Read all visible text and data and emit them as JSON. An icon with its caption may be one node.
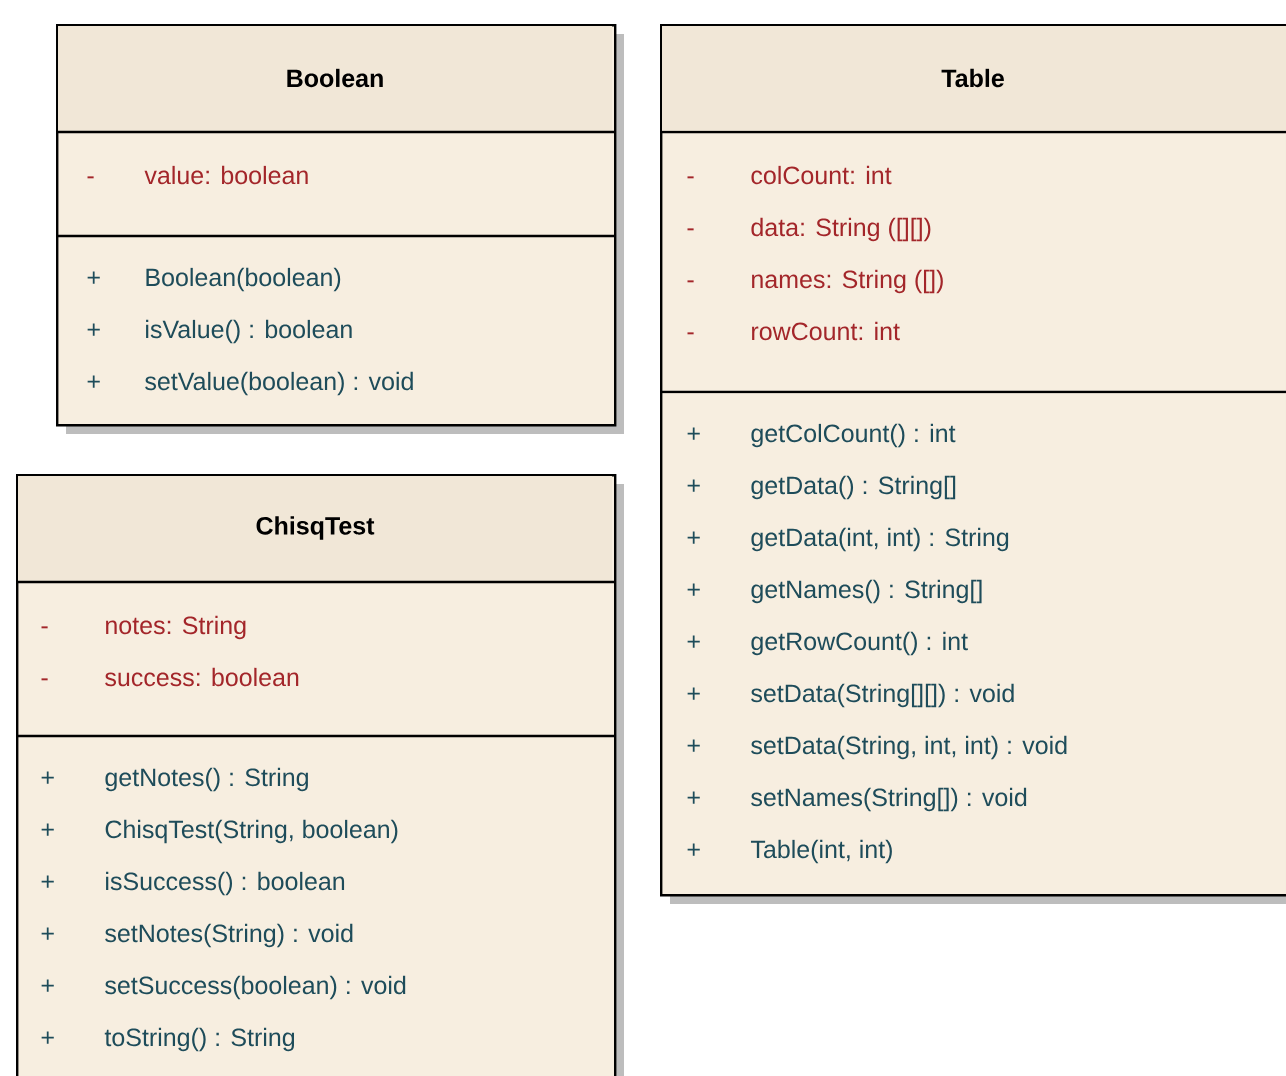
{
  "diagram": {
    "nodes": [
      {
        "text": [
          "Boolean",
          "-",
          "value:  boolean",
          "+",
          "Boolean(boolean)",
          "+",
          "isValue() : boolean",
          "+",
          "setValue(boolean) : void"
        ]
      },
      {
        "text": [
          "ChisqTest",
          "-",
          "notes:  String",
          "-",
          "success:  boolean",
          "+",
          "getNotes() : String",
          "+",
          "ChisqTest(String, boolean)",
          "+",
          "isSuccess() : boolean",
          "+",
          "setNotes(String) : void",
          "+",
          "setSuccess(boolean) : void",
          "+",
          "toString() : String"
        ]
      },
      {
        "text": [
          "Table",
          "-",
          "colCount:  int",
          "-",
          "data:  String ([][])",
          "-",
          "names:  String ([])",
          "-",
          "rowCount:  int",
          "+",
          "getColCount() : int",
          "+",
          "getData() : String[]",
          "+",
          "getData(int, int) : String",
          "+",
          "getNames() : String[]",
          "+",
          "getRowCount() : int",
          "+",
          "setData(String[][]) : void",
          "+",
          "setData(String, int, int) : void",
          "+",
          "setNames(String[]) : void",
          "+",
          "Table(int, int)"
        ]
      }
    ]
  }
}
